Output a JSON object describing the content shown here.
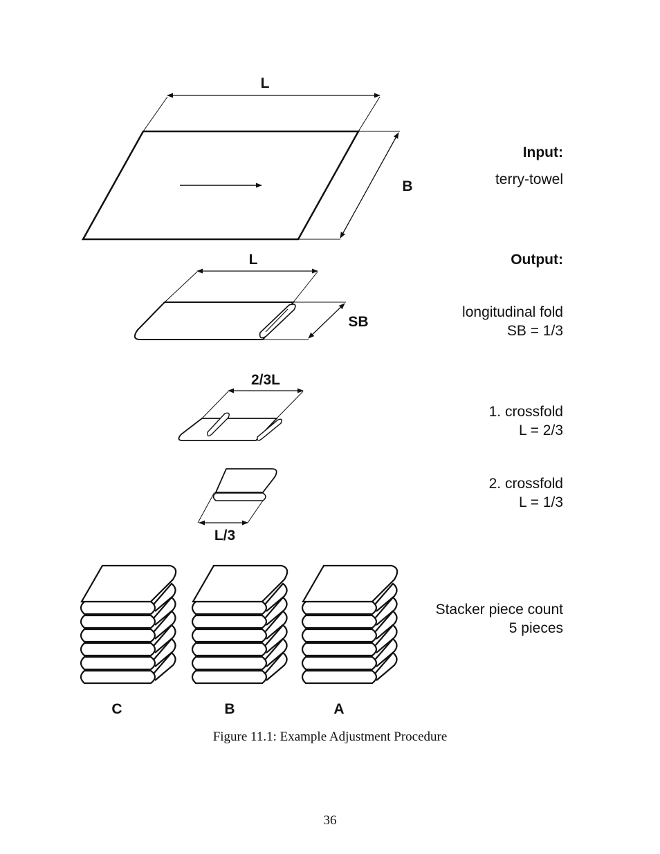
{
  "diagram": {
    "input": {
      "dim_length": "L",
      "dim_width": "B",
      "heading": "Input:",
      "description": "terry-towel"
    },
    "output_heading": "Output:",
    "longitudinal": {
      "dim_length": "L",
      "dim_width": "SB",
      "line1": "longitudinal fold",
      "line2": "SB = 1/3"
    },
    "crossfold1": {
      "dim_length": "2/3L",
      "line1": "1. crossfold",
      "line2": "L = 2/3"
    },
    "crossfold2": {
      "dim_length": "L/3",
      "line1": "2. crossfold",
      "line2": "L = 1/3"
    },
    "stacker": {
      "line1": "Stacker piece count",
      "line2": "5 pieces",
      "stacks": [
        "C",
        "B",
        "A"
      ]
    }
  },
  "caption": "Figure 11.1: Example Adjustment Procedure",
  "page_number": "36"
}
